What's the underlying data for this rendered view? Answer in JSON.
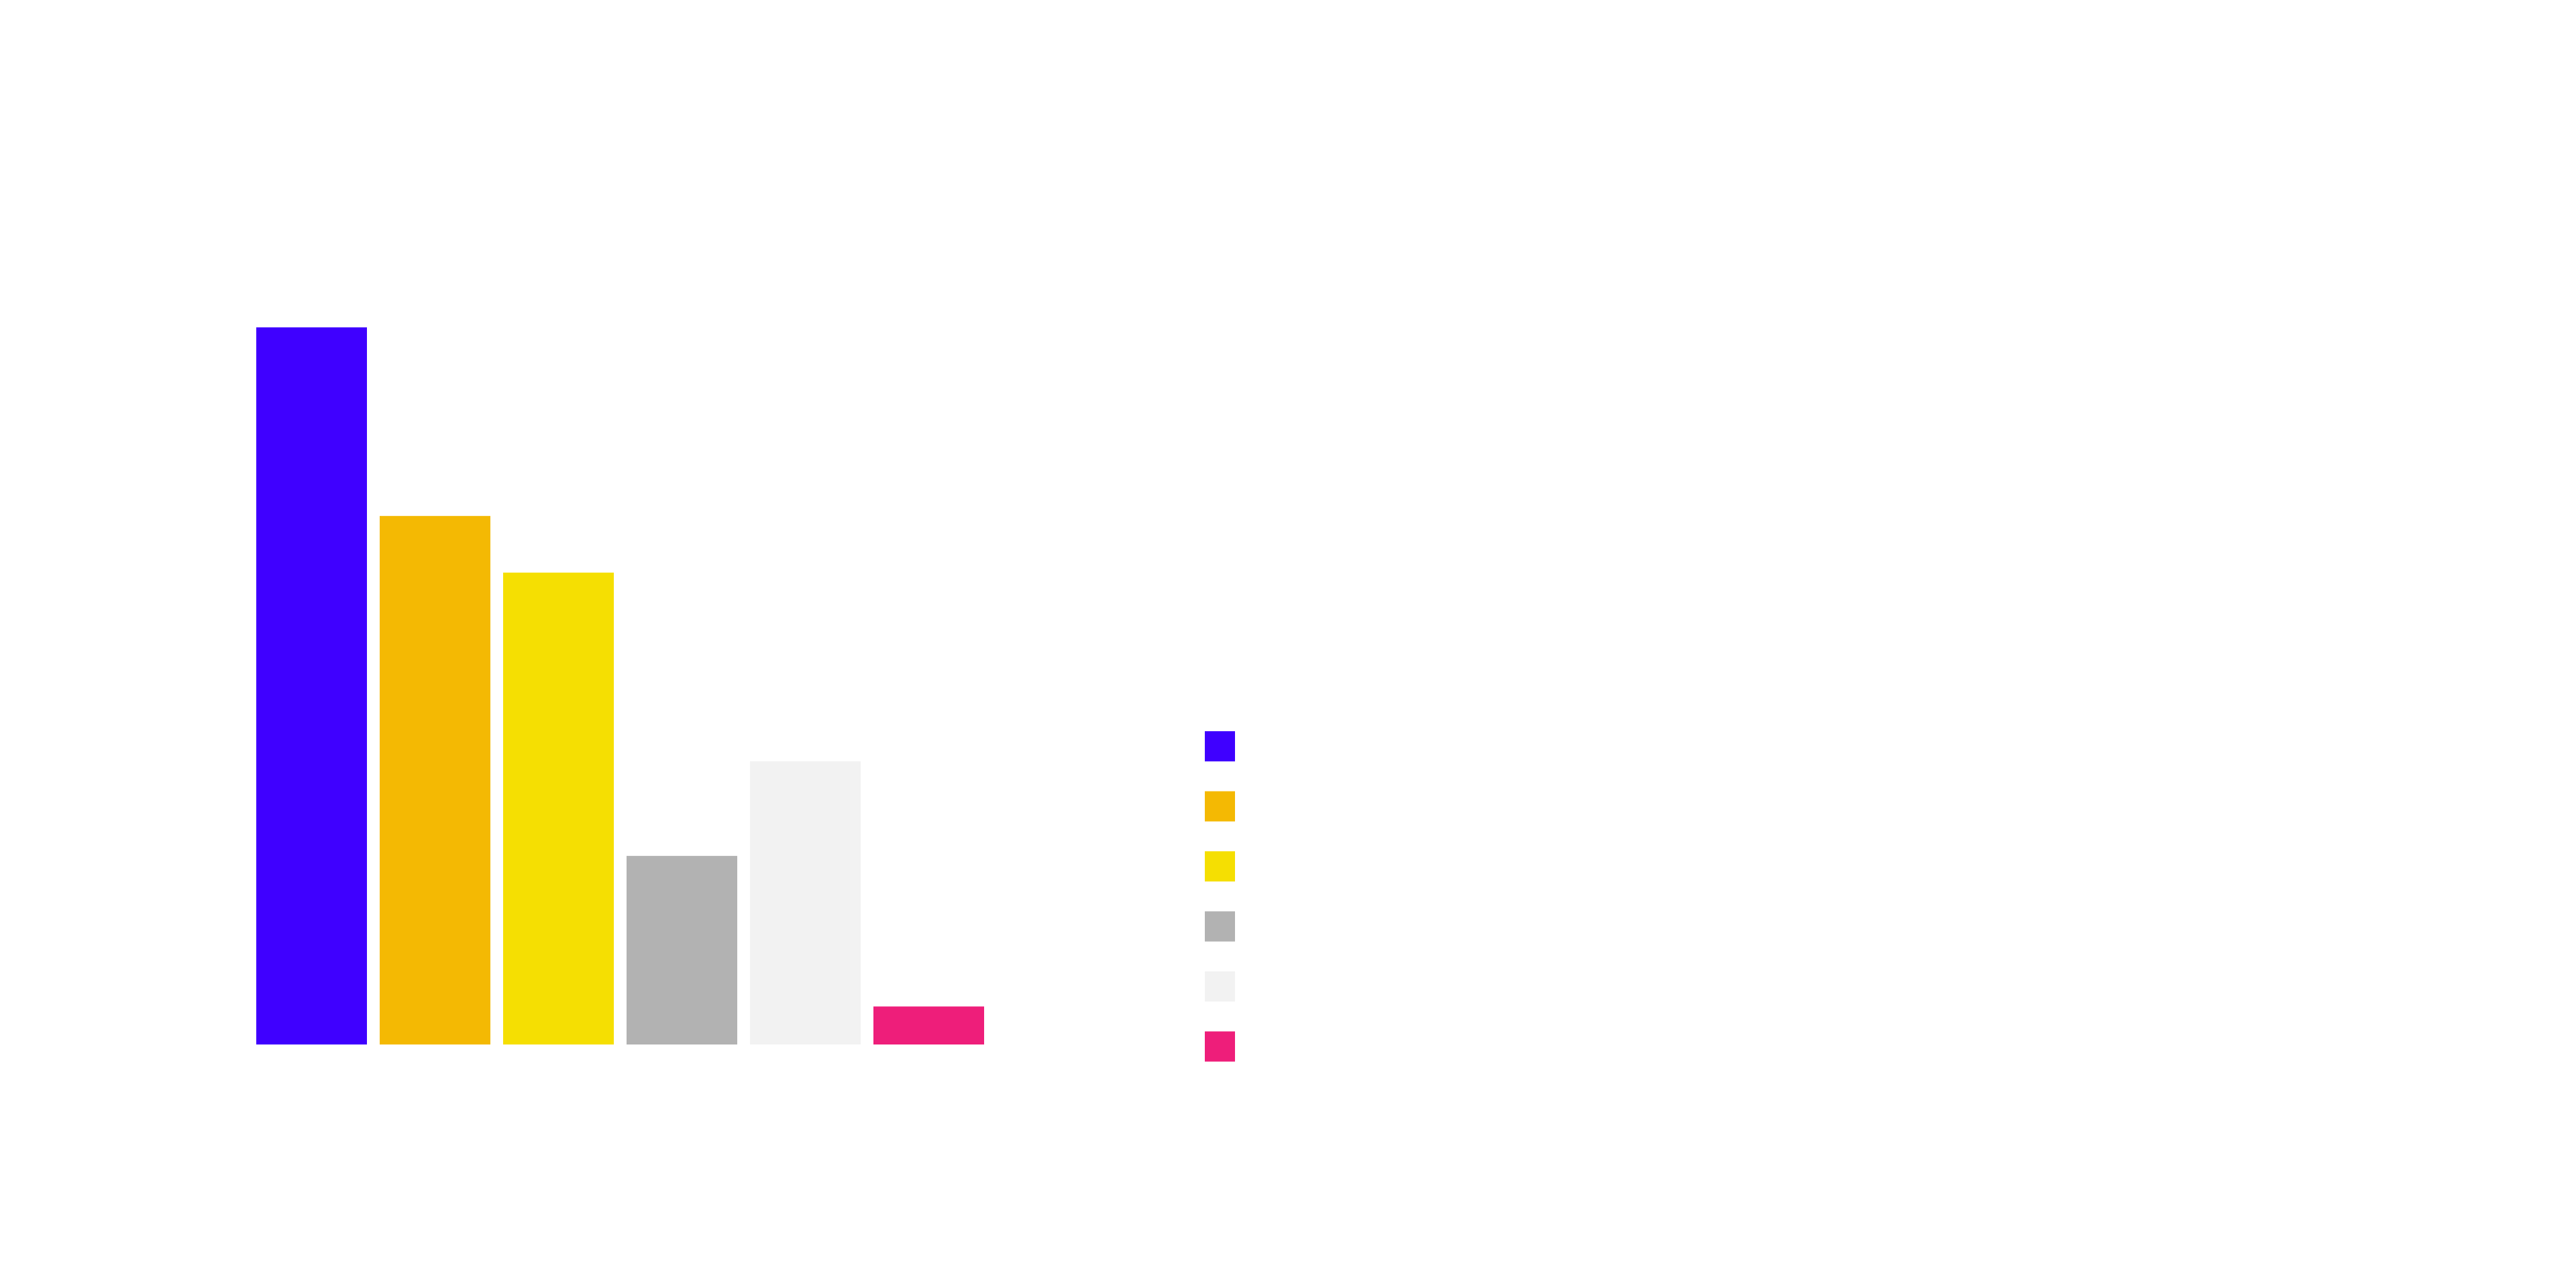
{
  "chart_data": {
    "type": "bar",
    "categories": [
      "",
      "",
      "",
      "",
      "",
      ""
    ],
    "values": [
      1.0,
      0.737,
      0.658,
      0.263,
      0.395,
      0.053
    ],
    "colors": [
      "#3f00ff",
      "#f4b903",
      "#f5df02",
      "#b2b2b2",
      "#f2f2f2",
      "#ee1e7a"
    ],
    "ylim": [
      0,
      1
    ],
    "grid": false,
    "legend": {
      "placement": "right",
      "entries": [
        "",
        "",
        "",
        "",
        "",
        ""
      ]
    }
  }
}
